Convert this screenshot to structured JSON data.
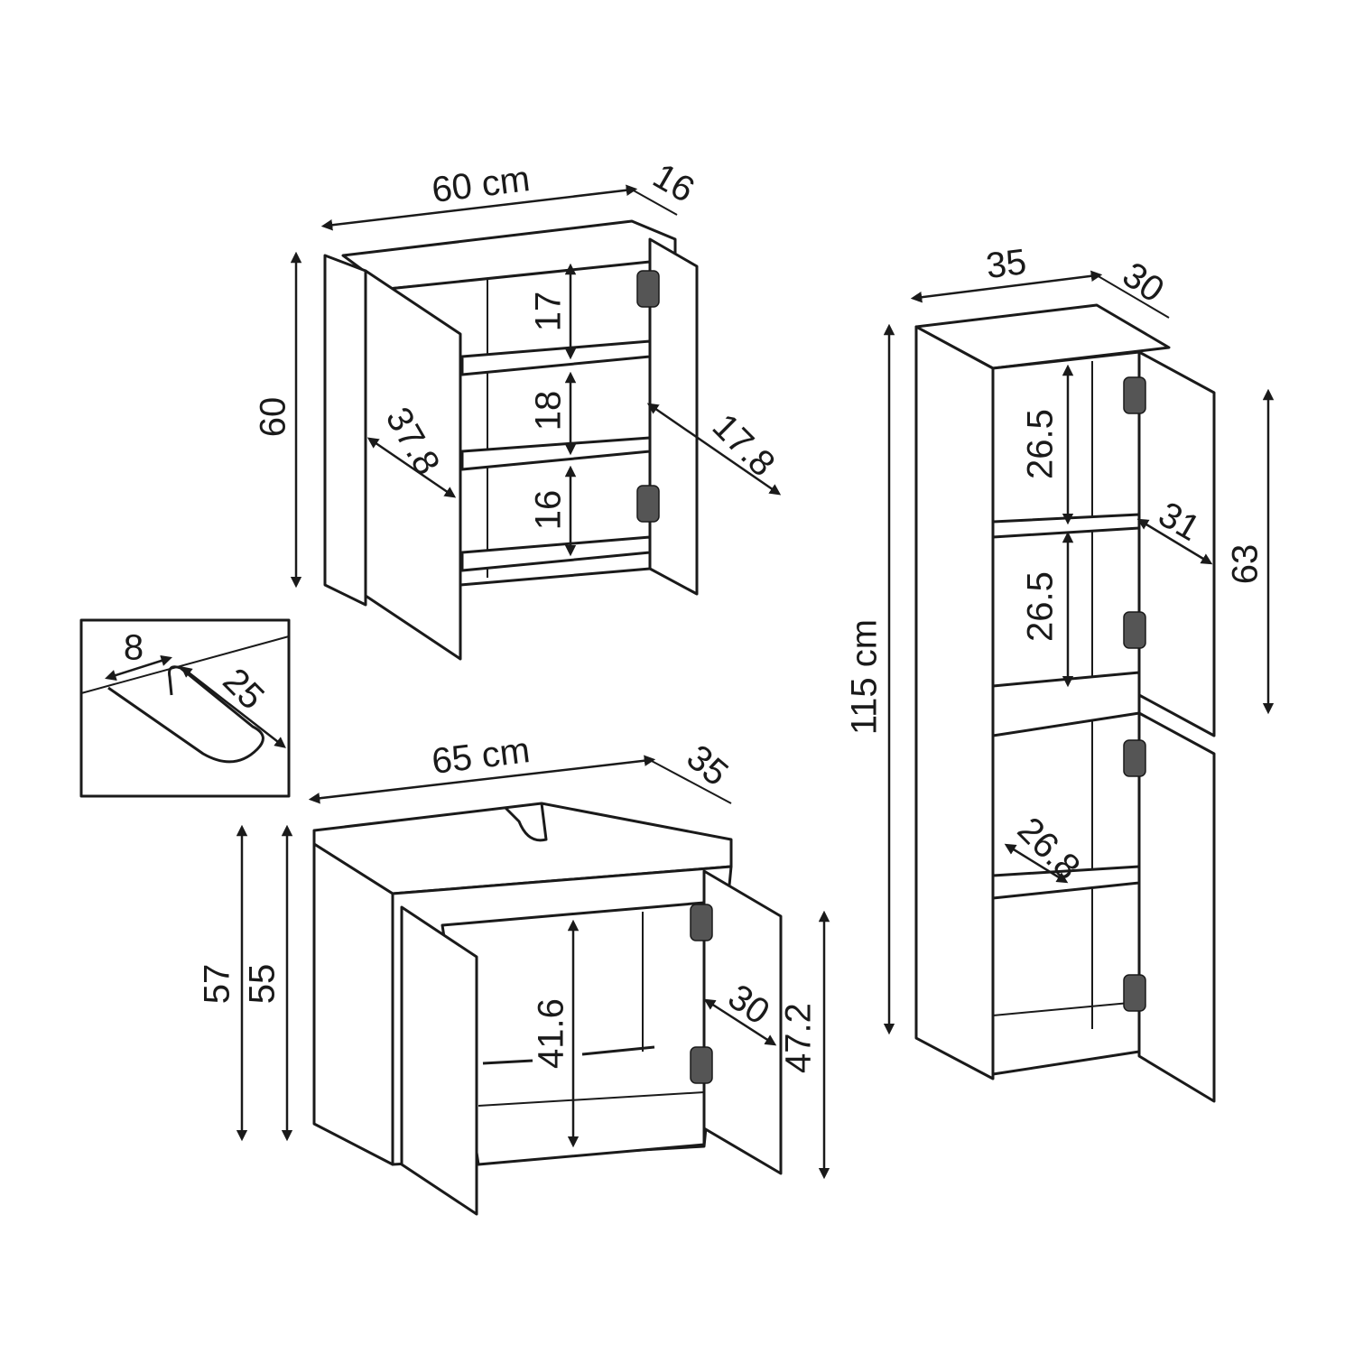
{
  "colors": {
    "line": "#1a1a1a",
    "background": "#ffffff"
  },
  "wall_cabinet": {
    "width": "60 cm",
    "depth": "16",
    "height": "60",
    "door_width": "37.8",
    "shelf_top": "17",
    "shelf_middle": "18",
    "shelf_bottom": "16",
    "door_right_width": "17.8"
  },
  "handle_detail": {
    "width": "8",
    "length": "25"
  },
  "vanity_unit": {
    "width": "65 cm",
    "depth": "35",
    "height_total": "57",
    "height_body": "55",
    "inner_height": "41.6",
    "door_width": "30",
    "door_height": "47.2"
  },
  "tall_cabinet": {
    "width": "35",
    "depth": "30",
    "height": "115 cm",
    "shelf_upper": "26.5",
    "shelf_lower": "26.5",
    "door_width": "31",
    "door_height": "63",
    "lower_depth": "26.8"
  }
}
